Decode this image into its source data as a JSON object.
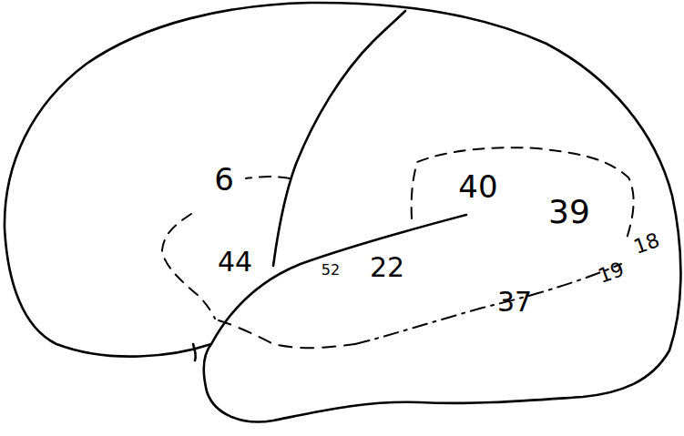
{
  "diagram": {
    "labels": [
      "6",
      "40",
      "39",
      "44",
      "52",
      "22",
      "18",
      "19",
      "37"
    ]
  }
}
